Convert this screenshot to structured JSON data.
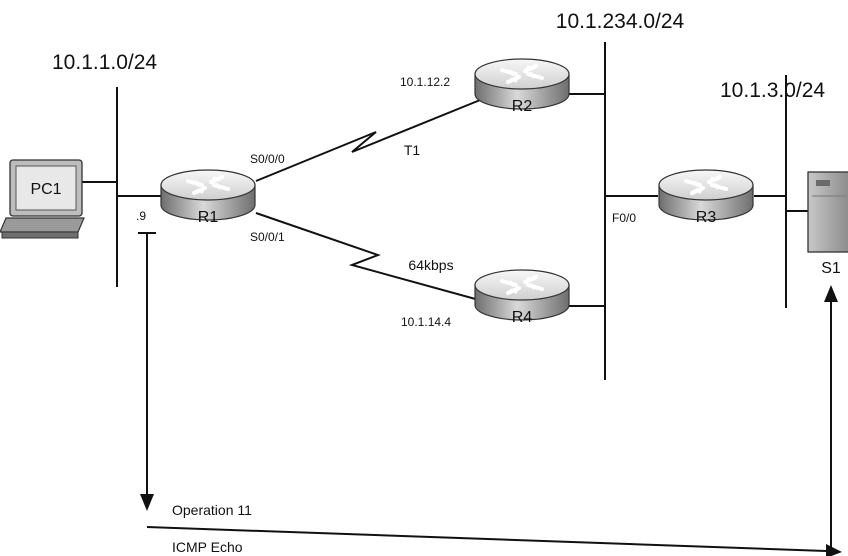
{
  "subnets": {
    "lan1": "10.1.1.0/24",
    "core": "10.1.234.0/24",
    "lan3": "10.1.3.0/24"
  },
  "devices": {
    "pc1": "PC1",
    "r1": "R1",
    "r2": "R2",
    "r3": "R3",
    "r4": "R4",
    "s1": "S1"
  },
  "interfaces": {
    "r1_host": ".9",
    "r1_s000": "S0/0/0",
    "r1_s001": "S0/0/1",
    "r2_addr": "10.1.12.2",
    "r4_addr": "10.1.14.4",
    "r3_f00": "F0/0"
  },
  "links": {
    "r1_r2": "T1",
    "r1_r4": "64kbps"
  },
  "operation": {
    "name": "Operation 11",
    "type": "ICMP Echo"
  },
  "colors": {
    "router_top": "#e6e6e6",
    "router_side": "#8c8c8c",
    "server": "#a8a8a8",
    "line": "#111111"
  }
}
